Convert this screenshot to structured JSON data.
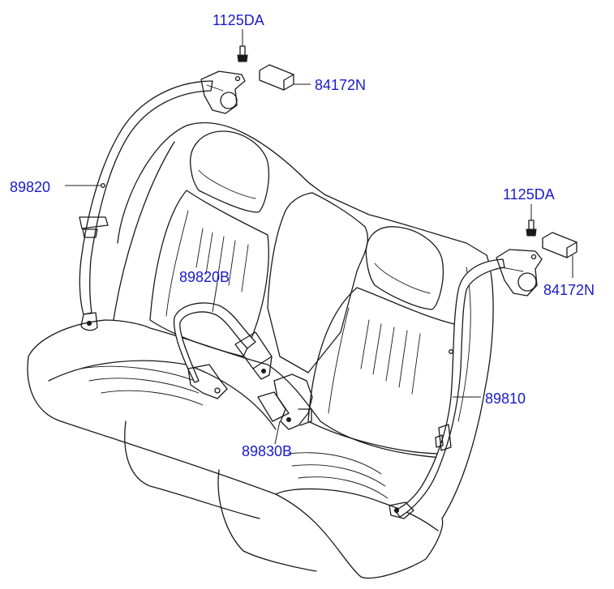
{
  "labels": {
    "bolt_left": "1125DA",
    "cover_left": "84172N",
    "belt_left": "89820",
    "buckle_left": "89820B",
    "bolt_right": "1125DA",
    "cover_right": "84172N",
    "belt_right": "89810",
    "buckle_center": "89830B"
  }
}
